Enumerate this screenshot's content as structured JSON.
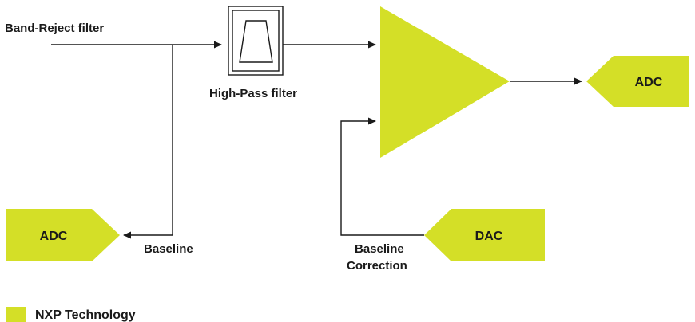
{
  "labels": {
    "input": "Band-Reject filter",
    "highpass": "High-Pass filter",
    "baseline": "Baseline",
    "correction_line1": "Baseline",
    "correction_line2": "Correction"
  },
  "blocks": {
    "adc_output": "ADC",
    "adc_baseline": "ADC",
    "dac": "DAC"
  },
  "legend": {
    "label": "NXP Technology",
    "color": "#d4df27"
  },
  "colors": {
    "accent": "#d4df27",
    "line": "#1a1a1a"
  }
}
